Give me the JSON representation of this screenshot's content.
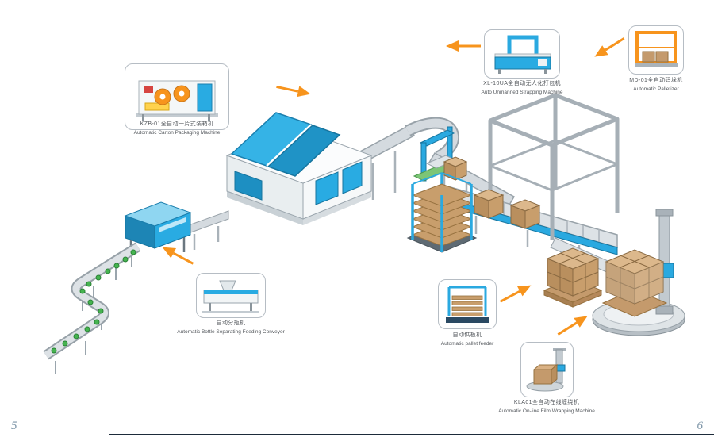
{
  "page": {
    "left_page_number": "5",
    "right_page_number": "6"
  },
  "colors": {
    "accent_orange": "#f7941d",
    "machine_blue": "#29abe2",
    "machine_blue_dark": "#1d85b5",
    "box_brown": "#c49a6c",
    "frame_gray": "#a6afb6"
  },
  "callouts": {
    "carton_packaging": {
      "line1": "KZB-01全自动一片式装箱机",
      "line2": "Automatic Carton Packaging Machine"
    },
    "strapping": {
      "line1": "XL-10UA全自动无人化打包机",
      "line2": "Auto Unmanned Strapping Machine"
    },
    "palletizer": {
      "line1": "MD-01全自动码垛机",
      "line2": "Automatic Palletizer"
    },
    "bottle_separating": {
      "line1": "自动分瓶机",
      "line2": "Automatic Bottle Separating Feeding Conveyor"
    },
    "pallet_feeder": {
      "line1": "自动供板机",
      "line2": "Automatic pallet feeder"
    },
    "film_wrapping": {
      "line1": "KLA01全自动在线缠绕机",
      "line2": "Automatic On-line Film Wrapping Machine"
    }
  }
}
